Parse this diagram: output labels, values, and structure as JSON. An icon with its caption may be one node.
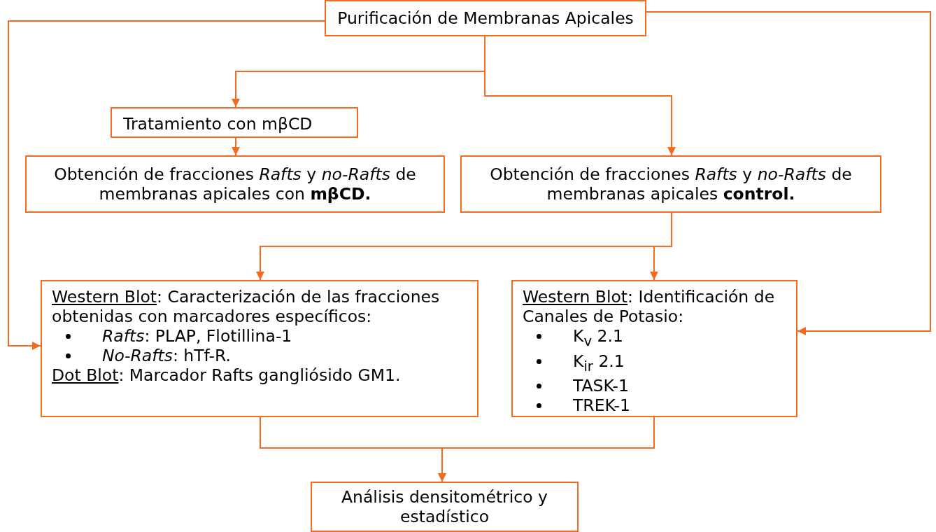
{
  "diagram": {
    "nodes": [
      {
        "text": [
          "Purificación de Membranas Apicales"
        ]
      },
      {
        "text": [
          "Tratamiento con mβCD"
        ]
      },
      {
        "text": [
          "Obtención de fracciones *Rafts* y *no-Rafts* de membranas apicales con **mβCD.**"
        ]
      },
      {
        "text": [
          "Obtención de fracciones *Rafts* y *no-Rafts* de membranas apicales **control.**"
        ]
      },
      {
        "text": [
          "Western Blot: Caracterización de las fracciones obtenidas con marcadores específicos:",
          "*Rafts*: PLAP, Flotillina-1",
          "*No-Rafts*: hTf-R.",
          "Dot Blot: Marcador Rafts gangliósido GM1."
        ]
      },
      {
        "text": [
          "Western Blot: Identificación de Canales de Potasio:",
          "K$_{v}$ 2.1",
          "K$_{ir}$ 2.1",
          "TASK-1",
          "TREK-1"
        ]
      },
      {
        "text": [
          "Análisis densitométrico y estadístico"
        ]
      }
    ],
    "edges": [
      {
        "from": 0,
        "to": 1,
        "arrow": "to"
      },
      {
        "from": 0,
        "to": 3,
        "arrow": "to"
      },
      {
        "from": 1,
        "to": 2,
        "arrow": "to"
      },
      {
        "from": 3,
        "to": 4,
        "arrow": "to"
      },
      {
        "from": 3,
        "to": 5,
        "arrow": "to"
      },
      {
        "from": 0,
        "to": 4,
        "arrow": "to"
      },
      {
        "from": 0,
        "to": 5,
        "arrow": "to"
      },
      {
        "from": 4,
        "to": 6,
        "arrow": "to"
      },
      {
        "from": 5,
        "to": 6,
        "arrow": "to"
      }
    ]
  }
}
